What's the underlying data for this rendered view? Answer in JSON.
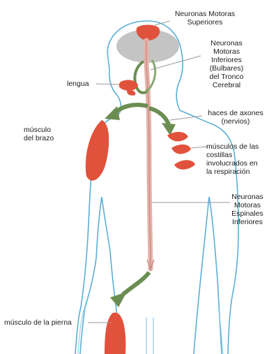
{
  "labels": {
    "upper_motor_neurons": "Neuronas Motoras\nSuperiores",
    "lower_motor_neurons_bulbar": "Neuronas\nMotoras\nInferiores\n(Bulbares)\ndel Tronco\nCerebral",
    "tongue": "lengua",
    "arm_muscle": "músculo\ndel brazo",
    "axon_bundles": "haces de axones\n(nervios)",
    "rib_muscles": "músculos de las\ncostillas\ninvolucrados en\nla respiración",
    "spinal_lower_motor_neurons": "Neuronas\nMotoras\nEspinales\nInferiores",
    "leg_muscle": "músculo de la pierna"
  },
  "colors": {
    "body_outline": "#5aaed6",
    "muscle": "#e0523c",
    "brain": "#c4c4c4",
    "spinal_cord": "#e6b3a8",
    "arrow": "#6b8d52",
    "leader_line": "#9a9a9a",
    "text": "#1b1b1b"
  }
}
